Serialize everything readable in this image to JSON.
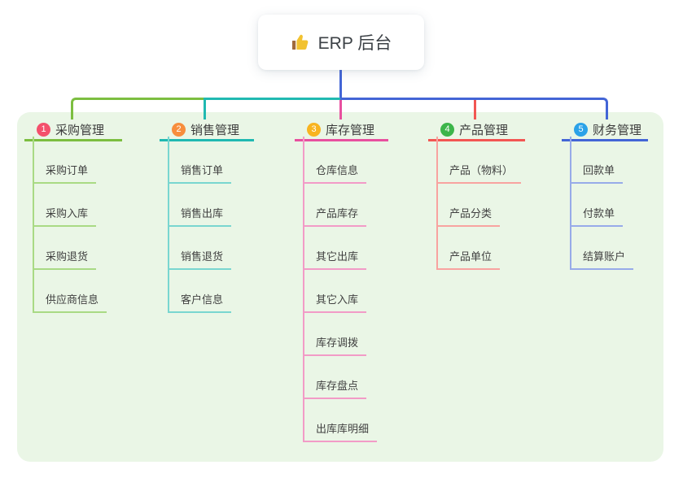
{
  "root": {
    "label": "ERP 后台",
    "icon": "thumbs-up-icon"
  },
  "branches": [
    {
      "badge": "1",
      "label": "采购管理",
      "badge_color": "#f4506c",
      "line_color": "#7cbe40",
      "child_line_color": "#a9da84",
      "children": [
        "采购订单",
        "采购入库",
        "采购退货",
        "供应商信息"
      ]
    },
    {
      "badge": "2",
      "label": "销售管理",
      "badge_color": "#f78e3d",
      "line_color": "#20b9b1",
      "child_line_color": "#79d6d0",
      "children": [
        "销售订单",
        "销售出库",
        "销售退货",
        "客户信息"
      ]
    },
    {
      "badge": "3",
      "label": "库存管理",
      "badge_color": "#f8b420",
      "line_color": "#e8509f",
      "child_line_color": "#f29bc7",
      "children": [
        "仓库信息",
        "产品库存",
        "其它出库",
        "其它入库",
        "库存调拨",
        "库存盘点",
        "出库库明细"
      ]
    },
    {
      "badge": "4",
      "label": "产品管理",
      "badge_color": "#3cb54a",
      "line_color": "#f25652",
      "child_line_color": "#f8a3a0",
      "children": [
        "产品（物料）",
        "产品分类",
        "产品单位"
      ]
    },
    {
      "badge": "5",
      "label": "财务管理",
      "badge_color": "#2ba2e8",
      "line_color": "#4365d6",
      "child_line_color": "#97abe9",
      "children": [
        "回款单",
        "付款单",
        "结算账户"
      ]
    }
  ],
  "colors": {
    "panel_bg": "#eaf6e6",
    "root_line": "#4365d6",
    "thumb_icon": "#f2c230",
    "thumb_cuff": "#a06a3a"
  }
}
